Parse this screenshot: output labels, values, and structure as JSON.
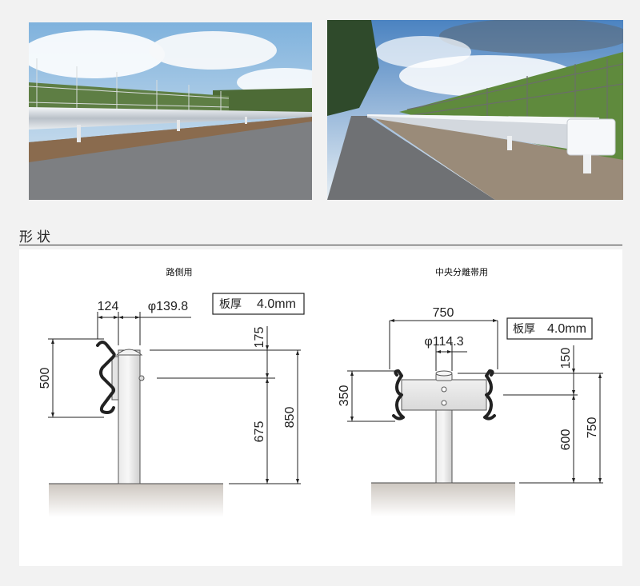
{
  "section": {
    "title": "形状"
  },
  "roadside": {
    "title": "路側用",
    "thickness_label": "板厚",
    "thickness_value": "4.0mm",
    "dims": {
      "bracket_width": "124",
      "post_diameter": "φ139.8",
      "rail_height": "500",
      "top_offset": "175",
      "mount_height": "675",
      "total_height": "850"
    }
  },
  "median": {
    "title": "中央分離帯用",
    "thickness_label": "板厚",
    "thickness_value": "4.0mm",
    "dims": {
      "overall_width": "750",
      "post_diameter": "φ114.3",
      "rail_height": "350",
      "top_offset": "150",
      "mount_height": "600",
      "total_height": "750"
    }
  },
  "photos": [
    {
      "subject": "roadside-guardrail-photo"
    },
    {
      "subject": "median-guardrail-photo"
    }
  ]
}
